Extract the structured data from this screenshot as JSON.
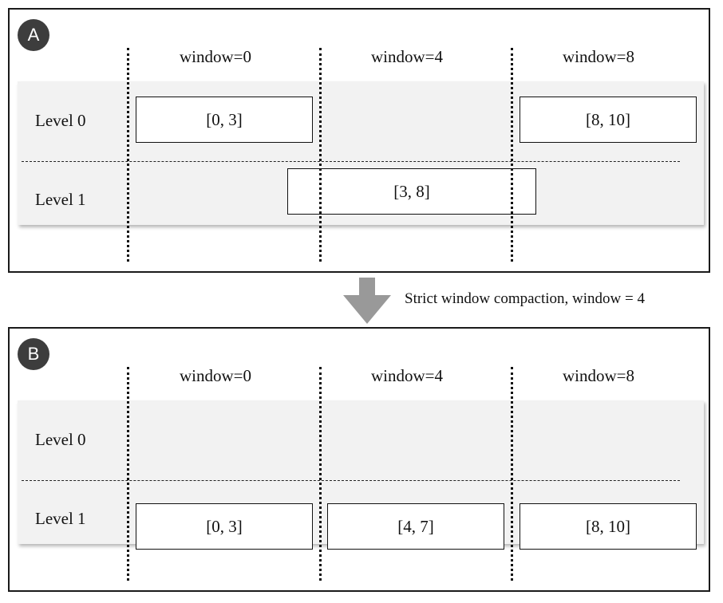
{
  "panel_a": {
    "badge": "A",
    "window_labels": [
      "window=0",
      "window=4",
      "window=8"
    ],
    "level_labels": [
      "Level 0",
      "Level 1"
    ],
    "level0_boxes": [
      "[0, 3]",
      "[8, 10]"
    ],
    "level1_boxes": [
      "[3, 8]"
    ]
  },
  "transition": {
    "caption": "Strict window compaction, window = 4"
  },
  "panel_b": {
    "badge": "B",
    "window_labels": [
      "window=0",
      "window=4",
      "window=8"
    ],
    "level_labels": [
      "Level 0",
      "Level 1"
    ],
    "level1_boxes": [
      "[0, 3]",
      "[4, 7]",
      "[8, 10]"
    ]
  },
  "colors": {
    "band": "#f2f2f2",
    "badge": "#3d3d3d",
    "arrow": "#999999",
    "border": "#1a1a1a"
  }
}
